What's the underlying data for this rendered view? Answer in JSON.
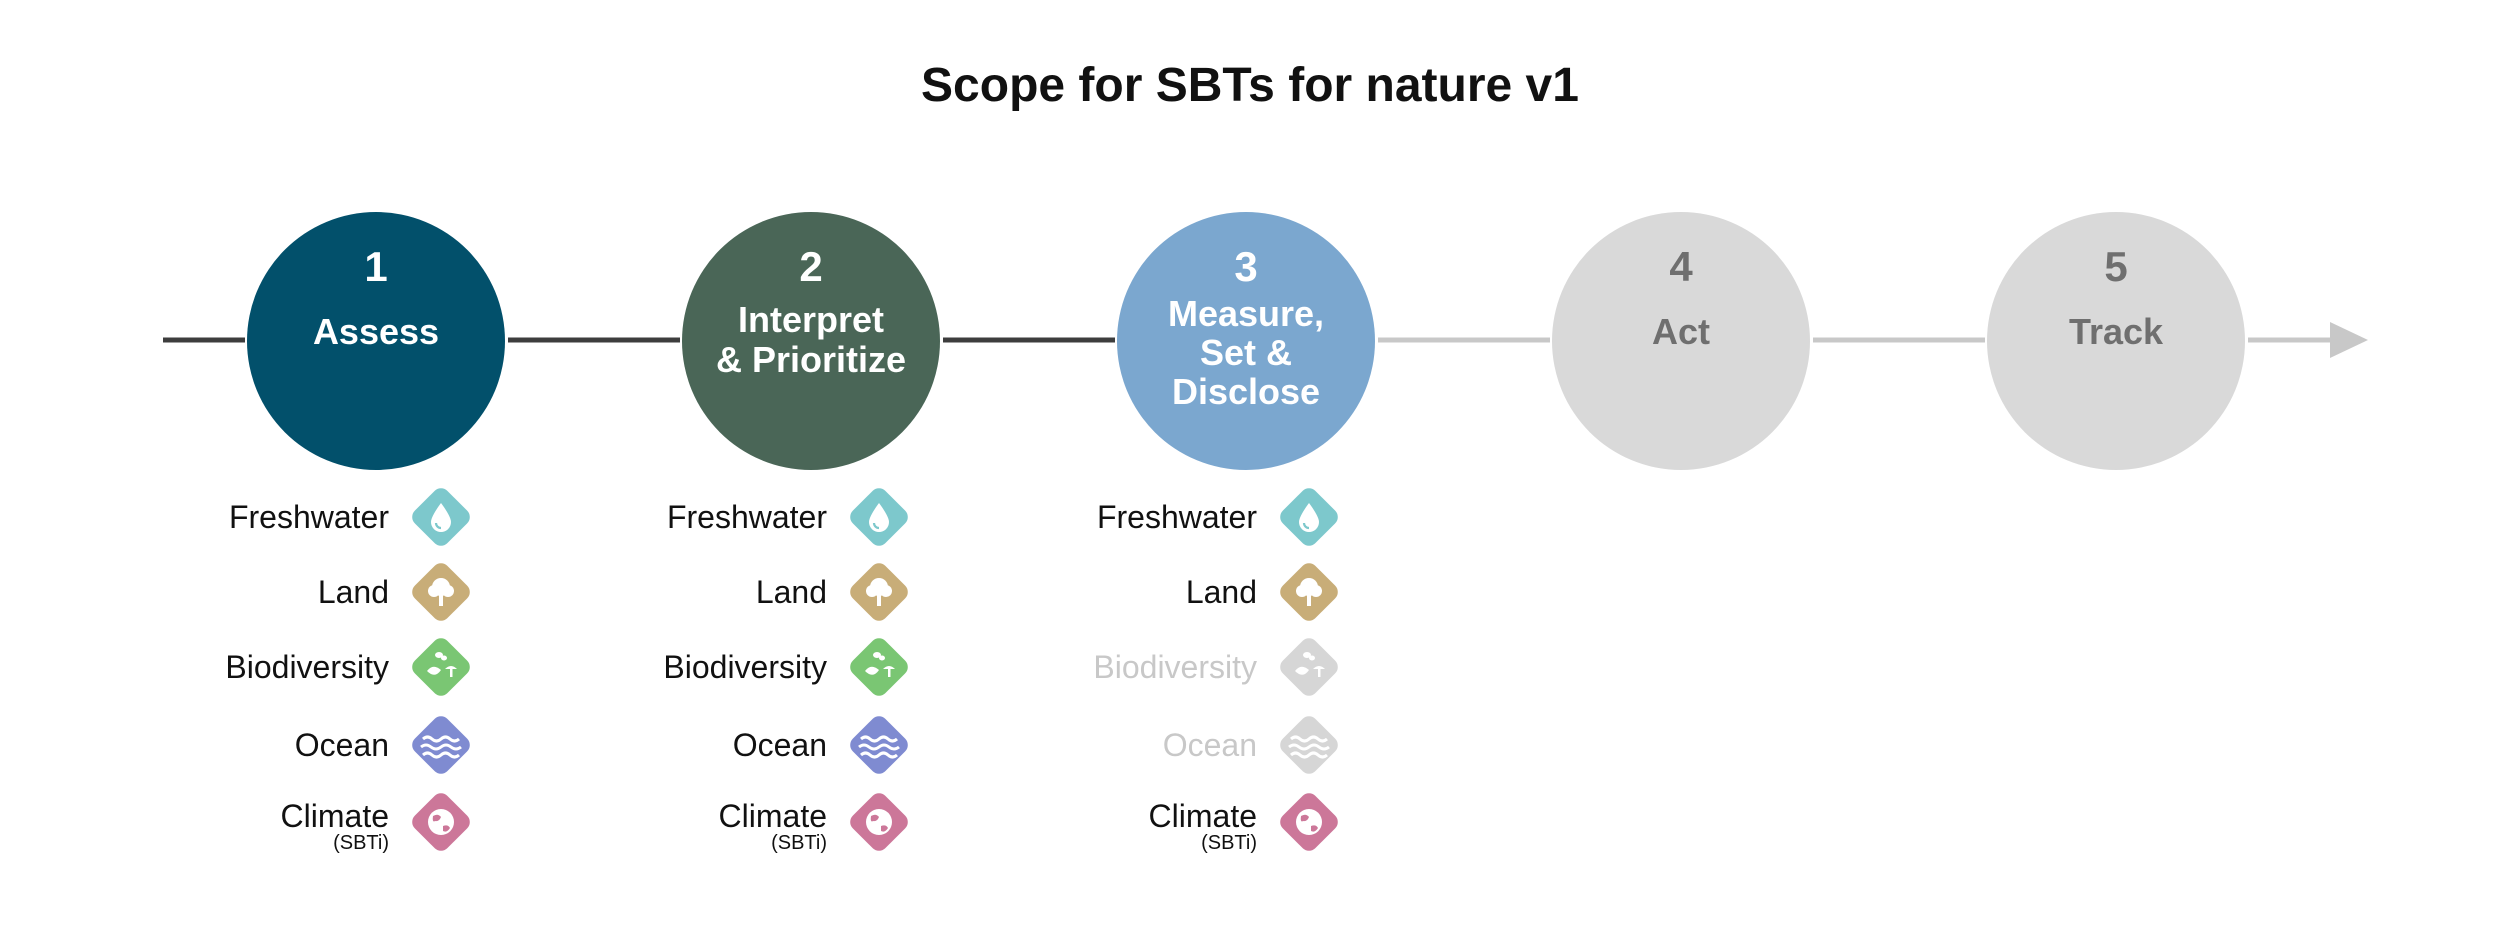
{
  "title": "Scope for SBTs for nature v1",
  "steps": [
    {
      "num": "1",
      "label": "Assess",
      "color": "#02506b",
      "state": "active"
    },
    {
      "num": "2",
      "label": "Interpret\n& Prioritize",
      "color": "#4a6657",
      "state": "active"
    },
    {
      "num": "3",
      "label": "Measure,\nSet &\nDisclose",
      "color": "#7ba7cf",
      "state": "active"
    },
    {
      "num": "4",
      "label": "Act",
      "color": "#d9d9d9",
      "state": "inactive"
    },
    {
      "num": "5",
      "label": "Track",
      "color": "#d9d9d9",
      "state": "inactive"
    }
  ],
  "connector_colors": {
    "active": "#3d3d3d",
    "inactive": "#c8c8c8"
  },
  "realms": {
    "freshwater": {
      "label": "Freshwater",
      "icon": "water-drop-icon",
      "color": "#7dc8cc"
    },
    "land": {
      "label": "Land",
      "icon": "tree-icon",
      "color": "#c8ad78"
    },
    "biodiversity": {
      "label": "Biodiversity",
      "icon": "leaf-mushroom-icon",
      "color": "#7ac673"
    },
    "ocean": {
      "label": "Ocean",
      "icon": "waves-icon",
      "color": "#7f8bd1"
    },
    "climate": {
      "label": "Climate",
      "sub": "(SBTi)",
      "icon": "globe-icon",
      "color": "#cc7799"
    }
  },
  "dim_color": "#d6d6d6",
  "scopes": [
    {
      "step": "1",
      "included": [
        "freshwater",
        "land",
        "biodiversity",
        "ocean",
        "climate"
      ]
    },
    {
      "step": "2",
      "included": [
        "freshwater",
        "land",
        "biodiversity",
        "ocean",
        "climate"
      ]
    },
    {
      "step": "3",
      "included": [
        "freshwater",
        "land",
        "climate"
      ],
      "excluded": [
        "biodiversity",
        "ocean"
      ]
    }
  ]
}
